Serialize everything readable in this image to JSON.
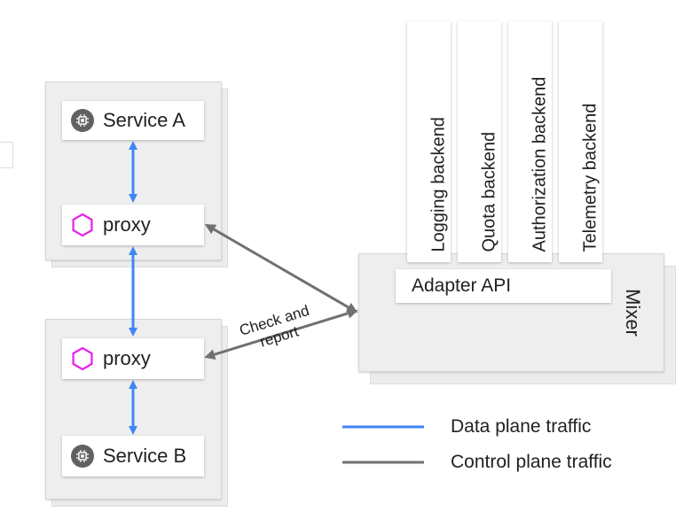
{
  "service_a": {
    "label": "Service A",
    "icon": "chip-icon"
  },
  "proxy_a": {
    "label": "proxy",
    "icon": "hexagon-icon"
  },
  "proxy_b": {
    "label": "proxy",
    "icon": "hexagon-icon"
  },
  "service_b": {
    "label": "Service B",
    "icon": "chip-icon"
  },
  "backends": [
    {
      "label": "Logging backend"
    },
    {
      "label": "Quota backend"
    },
    {
      "label": "Authorization backend"
    },
    {
      "label": "Telemetry backend"
    }
  ],
  "adapter_api": {
    "label": "Adapter API"
  },
  "mixer": {
    "label": "Mixer"
  },
  "connection": {
    "line1": "Check and",
    "line2": "report"
  },
  "legend": [
    {
      "label": "Data plane traffic",
      "color": "#4285f4"
    },
    {
      "label": "Control plane traffic",
      "color": "#707070"
    }
  ],
  "colors": {
    "data_plane": "#4285f4",
    "control_plane": "#707070",
    "proxy_icon": "#e91ee9",
    "chip_icon": "#616161"
  }
}
